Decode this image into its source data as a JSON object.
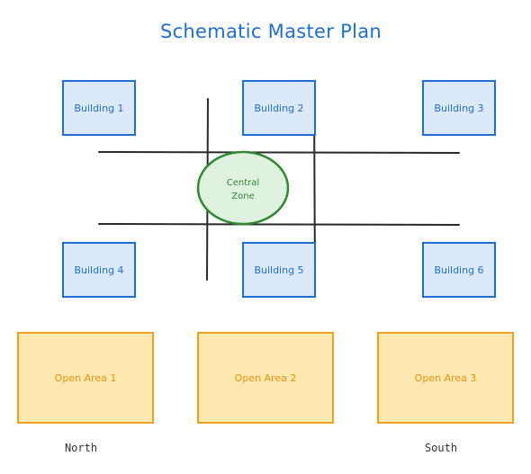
{
  "title": "Schematic Master Plan",
  "colors": {
    "title": "#1e6fd0",
    "building_fill": "#dbe9fb",
    "building_stroke": "#1e6fd0",
    "building_text": "#1e6fd0",
    "zone_fill": "#dff1df",
    "zone_stroke": "#2f8a2f",
    "zone_text": "#2f8a2f",
    "open_fill": "#fde9b0",
    "open_stroke": "#f0a020",
    "open_text": "#e89410",
    "road": "#2a2a2a",
    "direction_text": "#333333"
  },
  "buildings": [
    {
      "label": "Building 1"
    },
    {
      "label": "Building 2"
    },
    {
      "label": "Building 3"
    },
    {
      "label": "Building 4"
    },
    {
      "label": "Building 5"
    },
    {
      "label": "Building 6"
    }
  ],
  "central_zone": {
    "line1": "Central",
    "line2": "Zone"
  },
  "open_areas": [
    {
      "label": "Open Area 1"
    },
    {
      "label": "Open Area 2"
    },
    {
      "label": "Open Area 3"
    }
  ],
  "directions": {
    "north": "North",
    "south": "South"
  }
}
